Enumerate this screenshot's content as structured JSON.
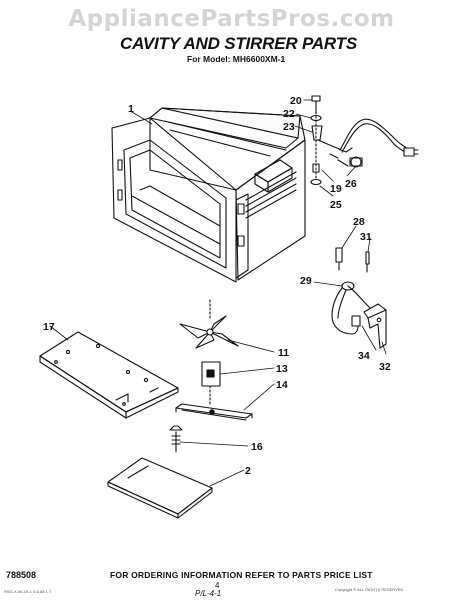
{
  "watermark": "AppliancePartsPros.com",
  "header": {
    "title": "CAVITY AND STIRRER PARTS",
    "model_line": "For Model: MH6600XM-1"
  },
  "callouts": [
    {
      "id": "c1",
      "label": "1"
    },
    {
      "id": "c20",
      "label": "20"
    },
    {
      "id": "c22",
      "label": "22"
    },
    {
      "id": "c23",
      "label": "23"
    },
    {
      "id": "c26",
      "label": "26"
    },
    {
      "id": "c19",
      "label": "19"
    },
    {
      "id": "c25",
      "label": "25"
    },
    {
      "id": "c28",
      "label": "28"
    },
    {
      "id": "c31",
      "label": "31"
    },
    {
      "id": "c29",
      "label": "29"
    },
    {
      "id": "c34",
      "label": "34"
    },
    {
      "id": "c32",
      "label": "32"
    },
    {
      "id": "c17",
      "label": "17"
    },
    {
      "id": "c11",
      "label": "11"
    },
    {
      "id": "c13",
      "label": "13"
    },
    {
      "id": "c14",
      "label": "14"
    },
    {
      "id": "c16",
      "label": "16"
    },
    {
      "id": "c2",
      "label": "2"
    }
  ],
  "footer": {
    "doc_id": "788508",
    "note": "FOR ORDERING INFORMATION REFER TO PARTS PRICE LIST",
    "page": "4",
    "mark": "P/L-4-1",
    "fine_left": "RSG-X-96-19-1 4-6-88 1 T",
    "fine_right": "Copyright © ALL RIGHTS RESERVED"
  }
}
